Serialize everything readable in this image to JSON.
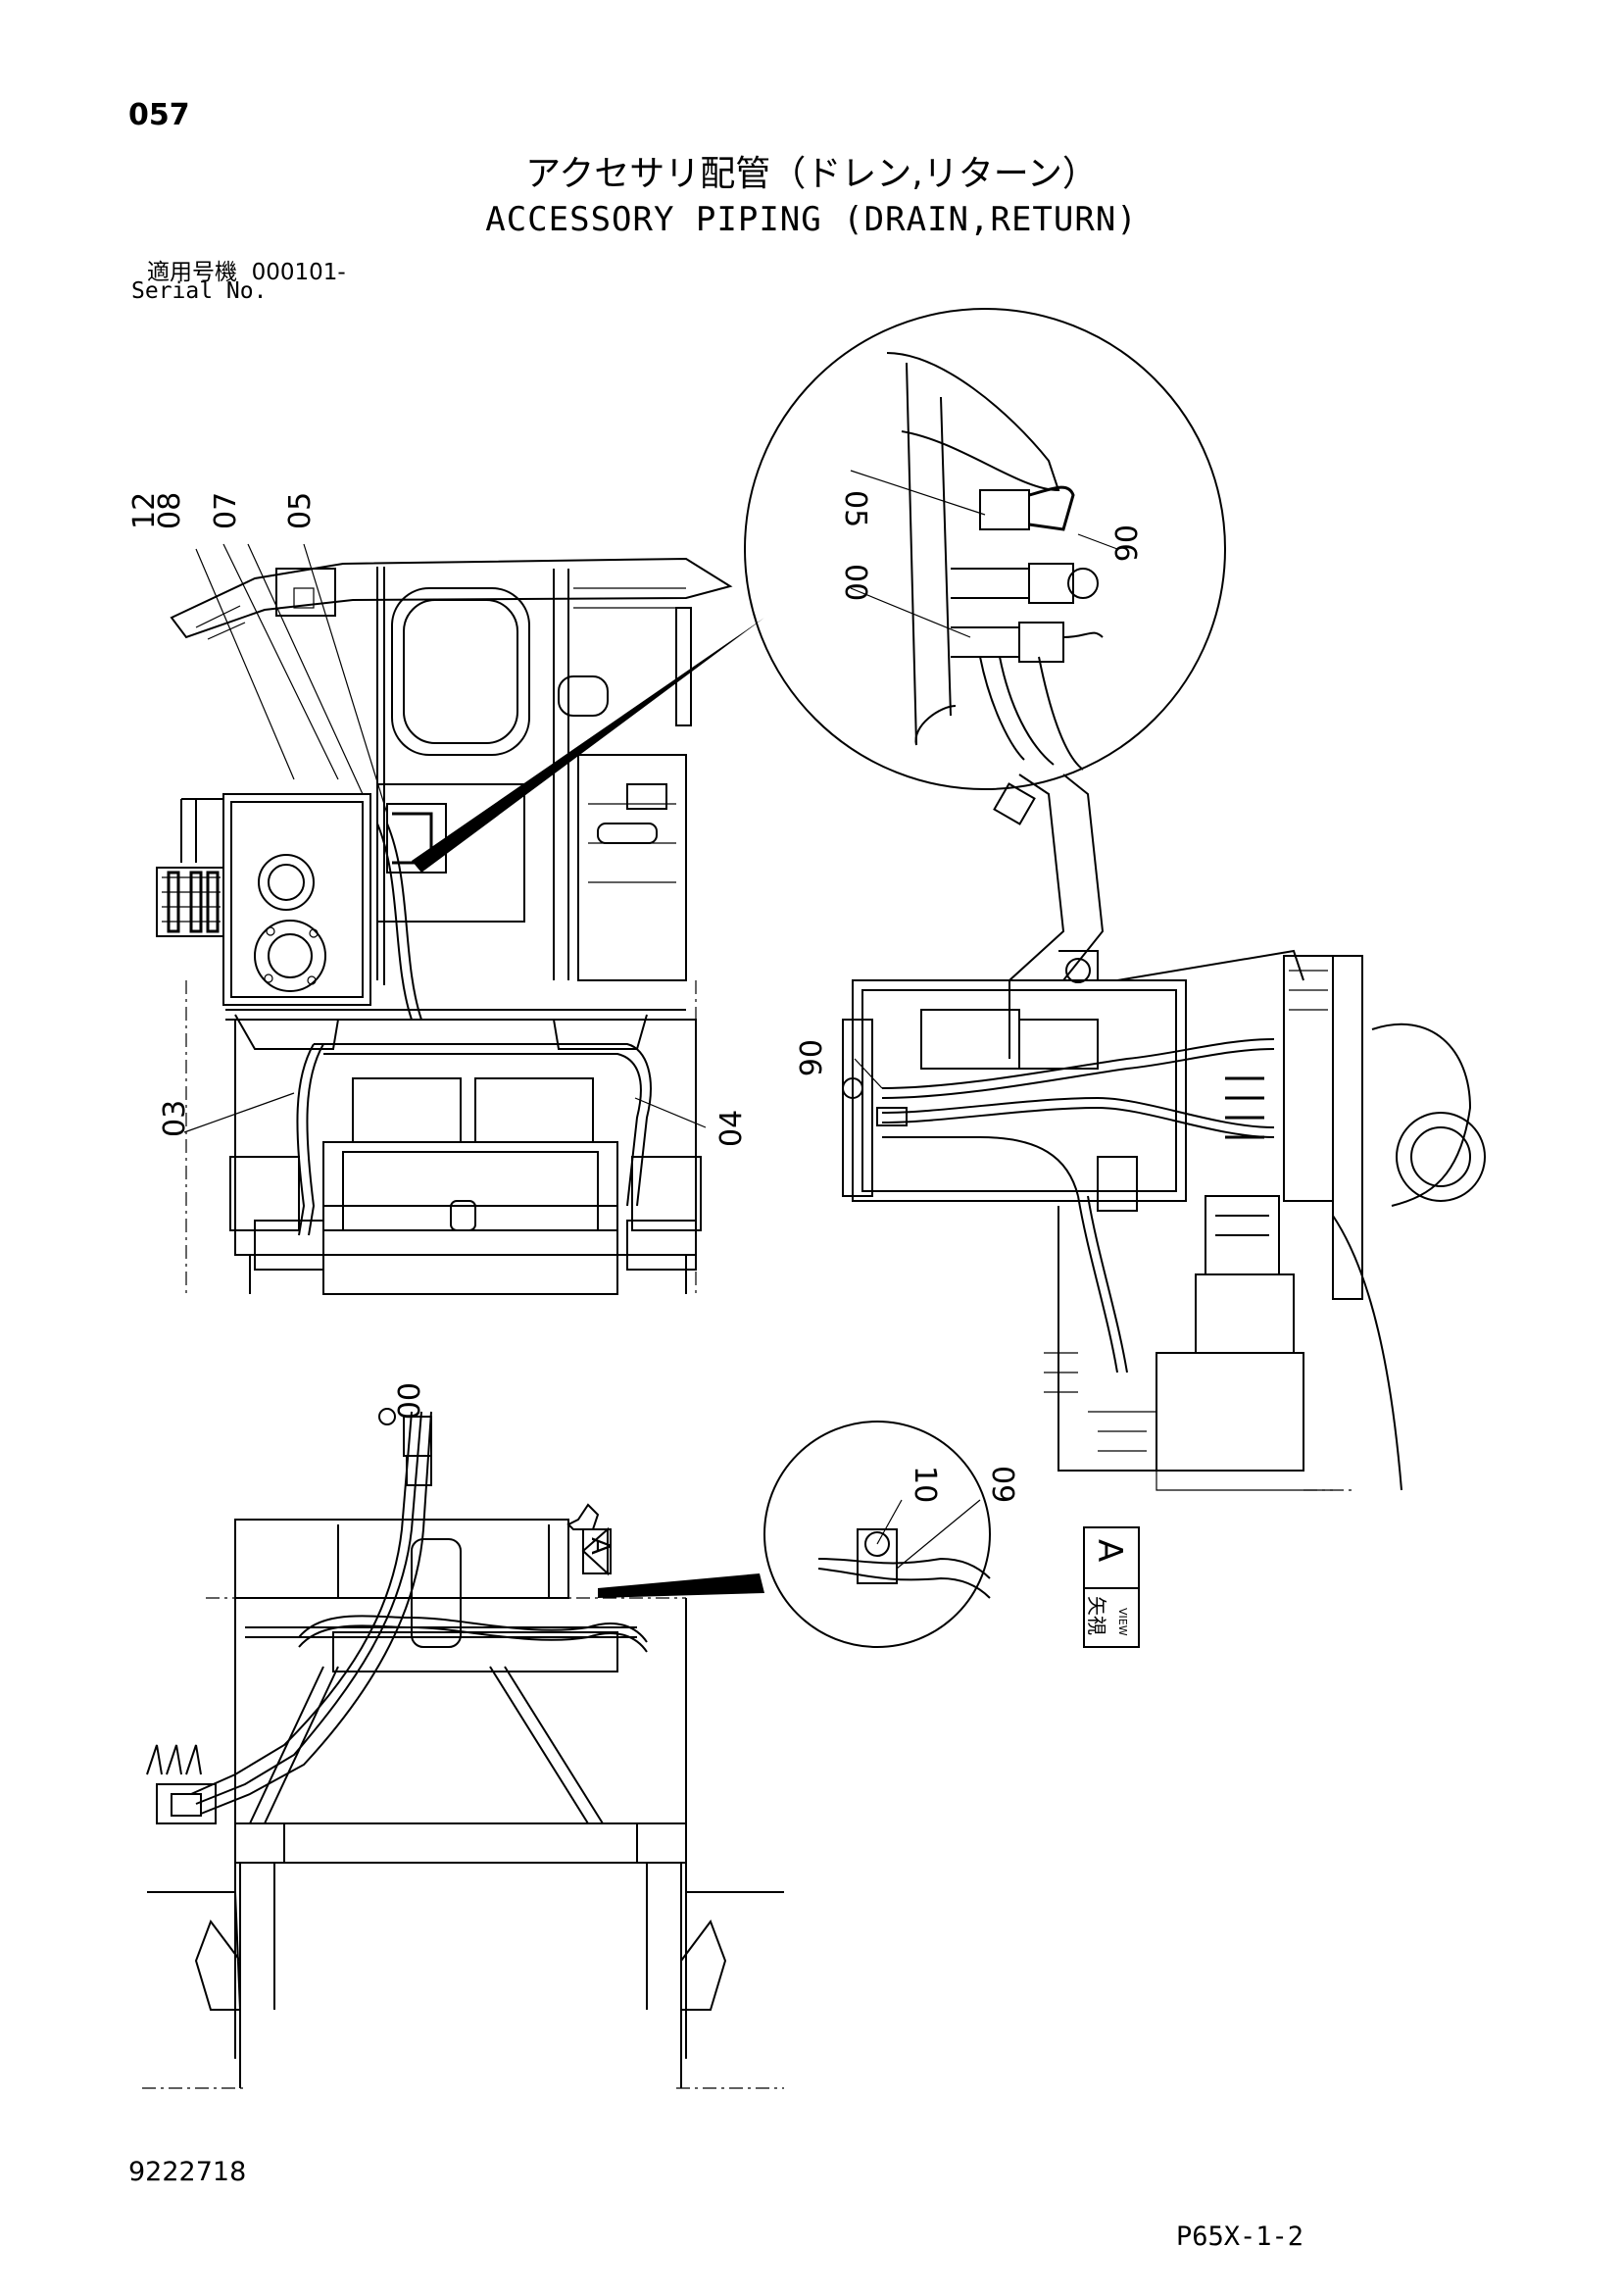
{
  "header": {
    "page_number": "057",
    "title_jp": "アクセサリ配管（ドレン,リターン）",
    "title_en": "ACCESSORY PIPING (DRAIN,RETURN)",
    "serial_label_jp": "適用号機",
    "serial_range": "000101-",
    "serial_label_en": "Serial No."
  },
  "callouts": {
    "top_left": [
      "12",
      "08",
      "07",
      "05"
    ],
    "detail_top": [
      "05",
      "06",
      "00"
    ],
    "left_lower": [
      "03",
      "04"
    ],
    "right_view": [
      "06"
    ],
    "bottom_view": [
      "00"
    ],
    "detail_bottom": [
      "10",
      "09"
    ]
  },
  "view_label": {
    "jp": "矢視",
    "en": "VIEW",
    "letter": "A",
    "marker": "A"
  },
  "footer": {
    "doc_number": "9222718",
    "page_code": "P65X-1-2"
  }
}
